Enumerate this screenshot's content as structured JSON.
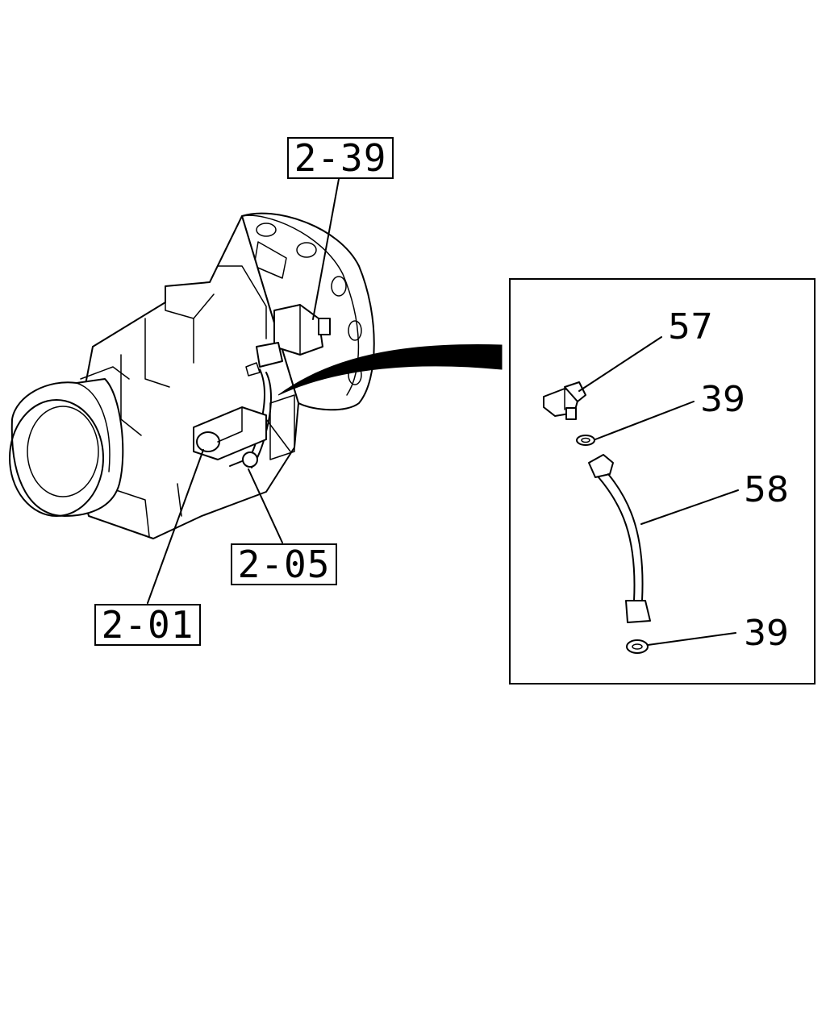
{
  "references": {
    "ref_2_39": "2-39",
    "ref_2_05": "2-05",
    "ref_2_01": "2-01"
  },
  "detail": {
    "callouts": {
      "part_57": "57",
      "part_39_upper": "39",
      "part_58": "58",
      "part_39_lower": "39"
    }
  },
  "colors": {
    "line": "#000000",
    "background": "#ffffff"
  }
}
